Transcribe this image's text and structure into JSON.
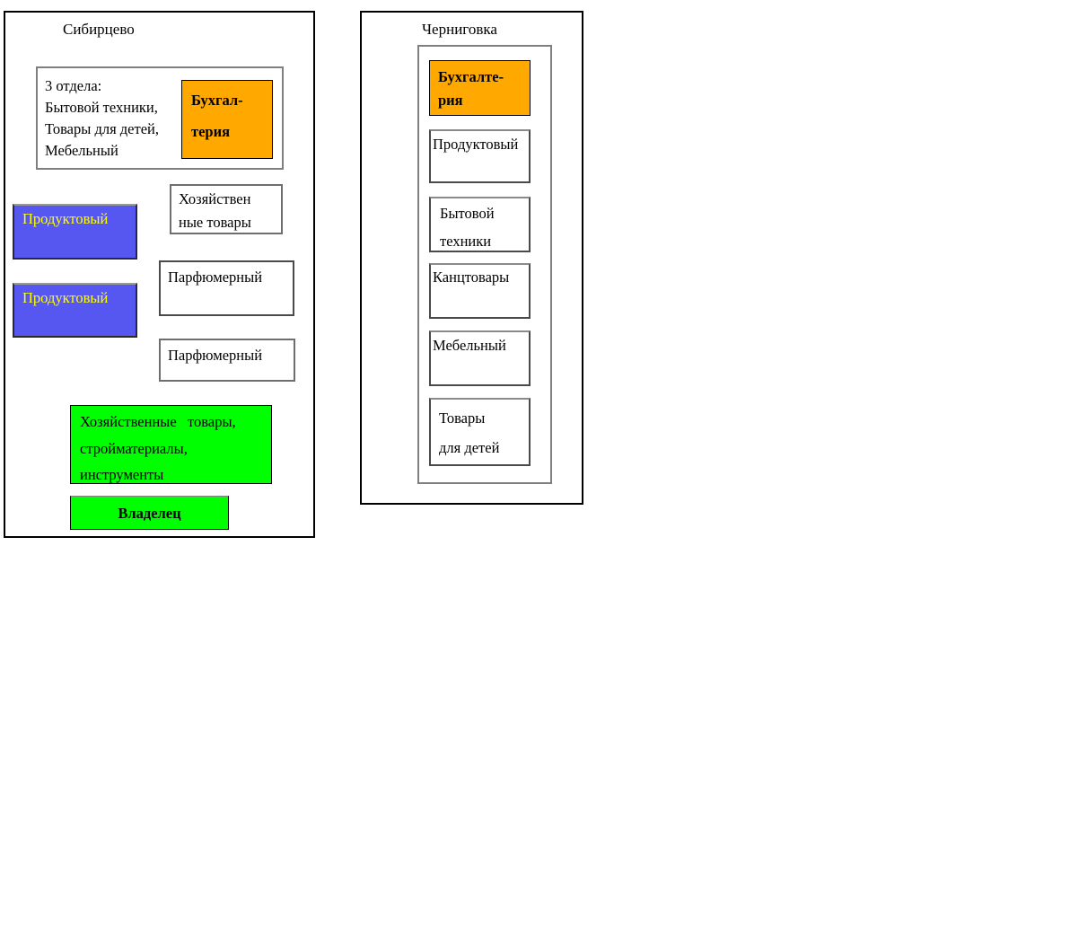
{
  "colors": {
    "orange": "#FFA800",
    "blue": "#5656F0",
    "green": "#00FF00",
    "yellow_text": "#FFFF00"
  },
  "sibirtsevo": {
    "title": "Сибирцево",
    "departments_box": "3 отдела:\nБытовой техники,\nТовары для детей,\nМебельный",
    "accounting_box": "Бухгал-\nтерия",
    "grocery_box_1": "Продуктовый",
    "household_goods_box": "Хозяйствен\nные товары",
    "grocery_box_2": "Продуктовый",
    "perfume_box_1": "Парфюмерный",
    "perfume_box_2": "Парфюмерный",
    "hardware_box": "Хозяйственные   товары,\nстройматериалы,\nинструменты",
    "owner_box": "Владелец"
  },
  "chernigovka": {
    "title": "Черниговка",
    "boxes": [
      {
        "name": "accounting",
        "text": "Бухгалте-\nрия"
      },
      {
        "name": "grocery",
        "text": "Продуктовый"
      },
      {
        "name": "appliances",
        "text": "Бытовой\nтехники"
      },
      {
        "name": "stationery",
        "text": "Канцтовары"
      },
      {
        "name": "furniture",
        "text": "Мебельный"
      },
      {
        "name": "kids-goods",
        "text": "Товары\nдля детей"
      }
    ]
  }
}
